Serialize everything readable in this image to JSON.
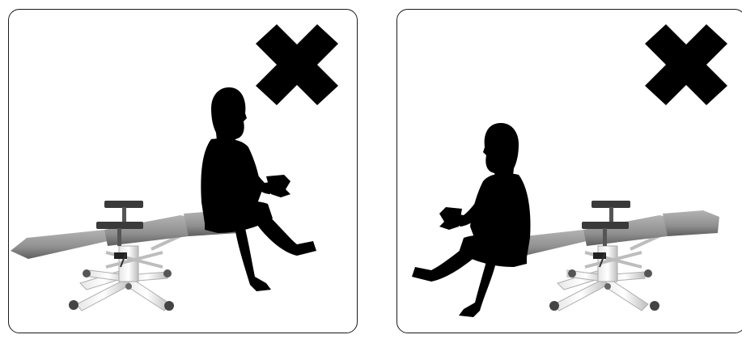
{
  "panels": [
    {
      "id": "left",
      "description_icon": "prohibited-x-icon",
      "content": "person-sitting-on-chair-end-facing-right"
    },
    {
      "id": "right",
      "description_icon": "prohibited-x-icon",
      "content": "person-sitting-on-chair-end-facing-left"
    }
  ],
  "colors": {
    "border": "#1a1a1a",
    "silhouette": "#000000",
    "chair_pad": "#9a9a9a",
    "chair_pad_dark": "#6e6e6e",
    "frame": "#c8c8c8",
    "cross": "#000000"
  }
}
